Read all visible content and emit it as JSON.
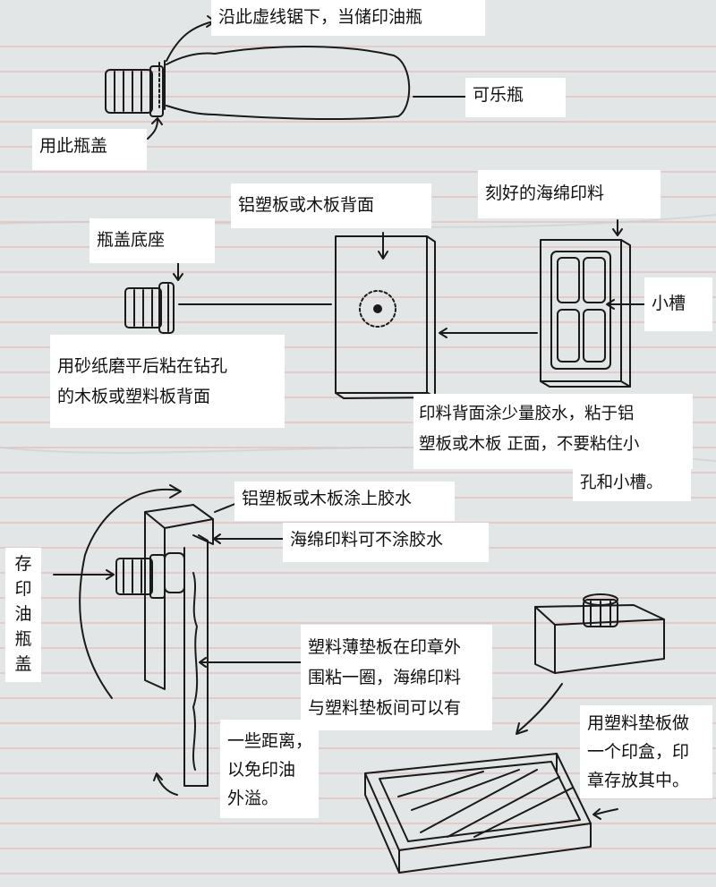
{
  "labels": {
    "cut_line": "沿此虚线锯下，当储印油瓶",
    "cola_bottle": "可乐瓶",
    "use_cap": "用此瓶盖",
    "board_back": "铝塑板或木板背面",
    "sponge_carved": "刻好的海绵印料",
    "cap_base": "瓶盖底座",
    "small_slot": "小槽",
    "sand_glue_line1": "用砂纸磨平后粘在钻孔",
    "sand_glue_line2": "的木板或塑料板背面",
    "glue_front_line1": "印料背面涂少量胶水，粘于铝",
    "glue_front_line2": "塑板或木板 正面，不要粘住小",
    "glue_front_line3": "孔和小槽。",
    "board_glue": "铝塑板或木板涂上胶水",
    "sponge_no_glue": "海绵印料可不涂胶水",
    "ink_cap": "存印油瓶盖",
    "plastic_pad_line1": "塑料薄垫板在印章外",
    "plastic_pad_line2": "围粘一圈，海绵印料",
    "plastic_pad_line3": "与塑料垫板间可以有",
    "distance_line1": "一些距离，",
    "distance_line2": "以免印油",
    "distance_line3": "外溢。",
    "box_line1": "用塑料垫板做",
    "box_line2": "一个印盒，印",
    "box_line3": "章存放其中。"
  },
  "colors": {
    "paper": "#e3e6e6",
    "ruled_line": "#e8a2a6",
    "ink": "#1a1a1a",
    "label_bg": "#ffffff"
  }
}
